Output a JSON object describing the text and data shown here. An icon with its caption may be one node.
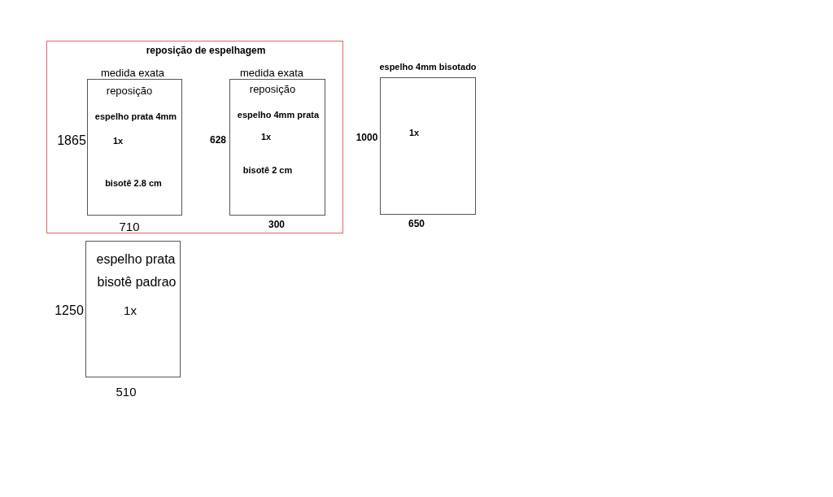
{
  "diagram": {
    "nodes": [
      {
        "text": [
          "reposição de espelhagem"
        ]
      },
      {
        "text": [
          "reposição",
          "espelho prata 4mm",
          "1x",
          "bisotê 2.8 cm"
        ],
        "in": 0,
        "beside": [
          "medida exata",
          "1865",
          "710"
        ]
      },
      {
        "text": [
          "reposição",
          "espelho 4mm prata",
          "1x",
          "bisotê 2 cm"
        ],
        "in": 0,
        "beside": [
          "medida exata",
          "628",
          "300"
        ]
      },
      {
        "text": [
          "espelho 4mm bisotado",
          "1x"
        ],
        "beside": [
          "1000",
          "650"
        ]
      },
      {
        "text": [
          "espelho prata",
          "bisotê padrao",
          "1x"
        ],
        "beside": [
          "1250",
          "510"
        ]
      }
    ]
  }
}
